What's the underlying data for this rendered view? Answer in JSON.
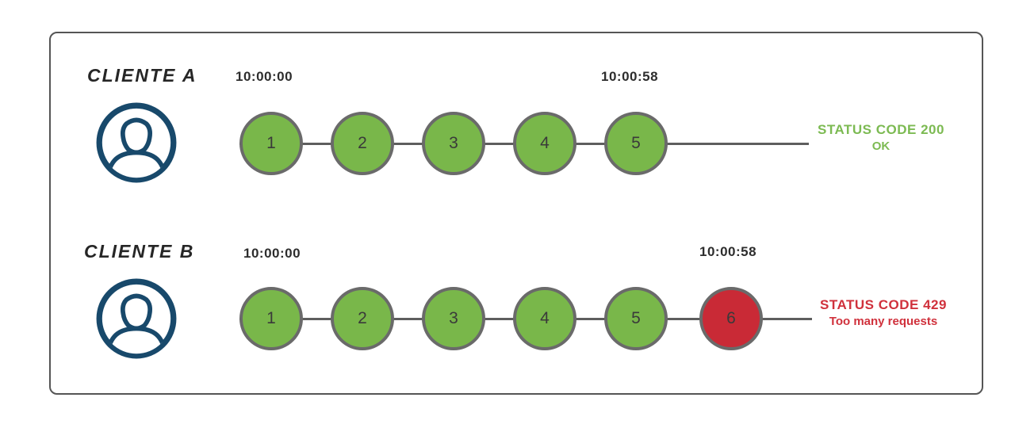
{
  "colors": {
    "node_ok_fill": "#79b74a",
    "node_rejected_fill": "#c92a36",
    "node_border": "#6a6a6a",
    "timeline": "#5e5e5e",
    "avatar_stroke": "#18496b",
    "frame_border": "#555555",
    "status_success_text": "#7cba52",
    "status_error_text": "#d0313c",
    "timestamp_text": "#2d2d2d"
  },
  "rows": [
    {
      "client_label": "CLIENTE A",
      "start_time": "10:00:00",
      "end_time": "10:00:58",
      "requests": [
        "1",
        "2",
        "3",
        "4",
        "5"
      ],
      "status_line1": "STATUS CODE 200",
      "status_line2": "OK"
    },
    {
      "client_label": "CLIENTE B",
      "start_time": "10:00:00",
      "end_time": "10:00:58",
      "requests": [
        "1",
        "2",
        "3",
        "4",
        "5",
        "6"
      ],
      "status_line1": "STATUS CODE 429",
      "status_line2": "Too many requests"
    }
  ]
}
